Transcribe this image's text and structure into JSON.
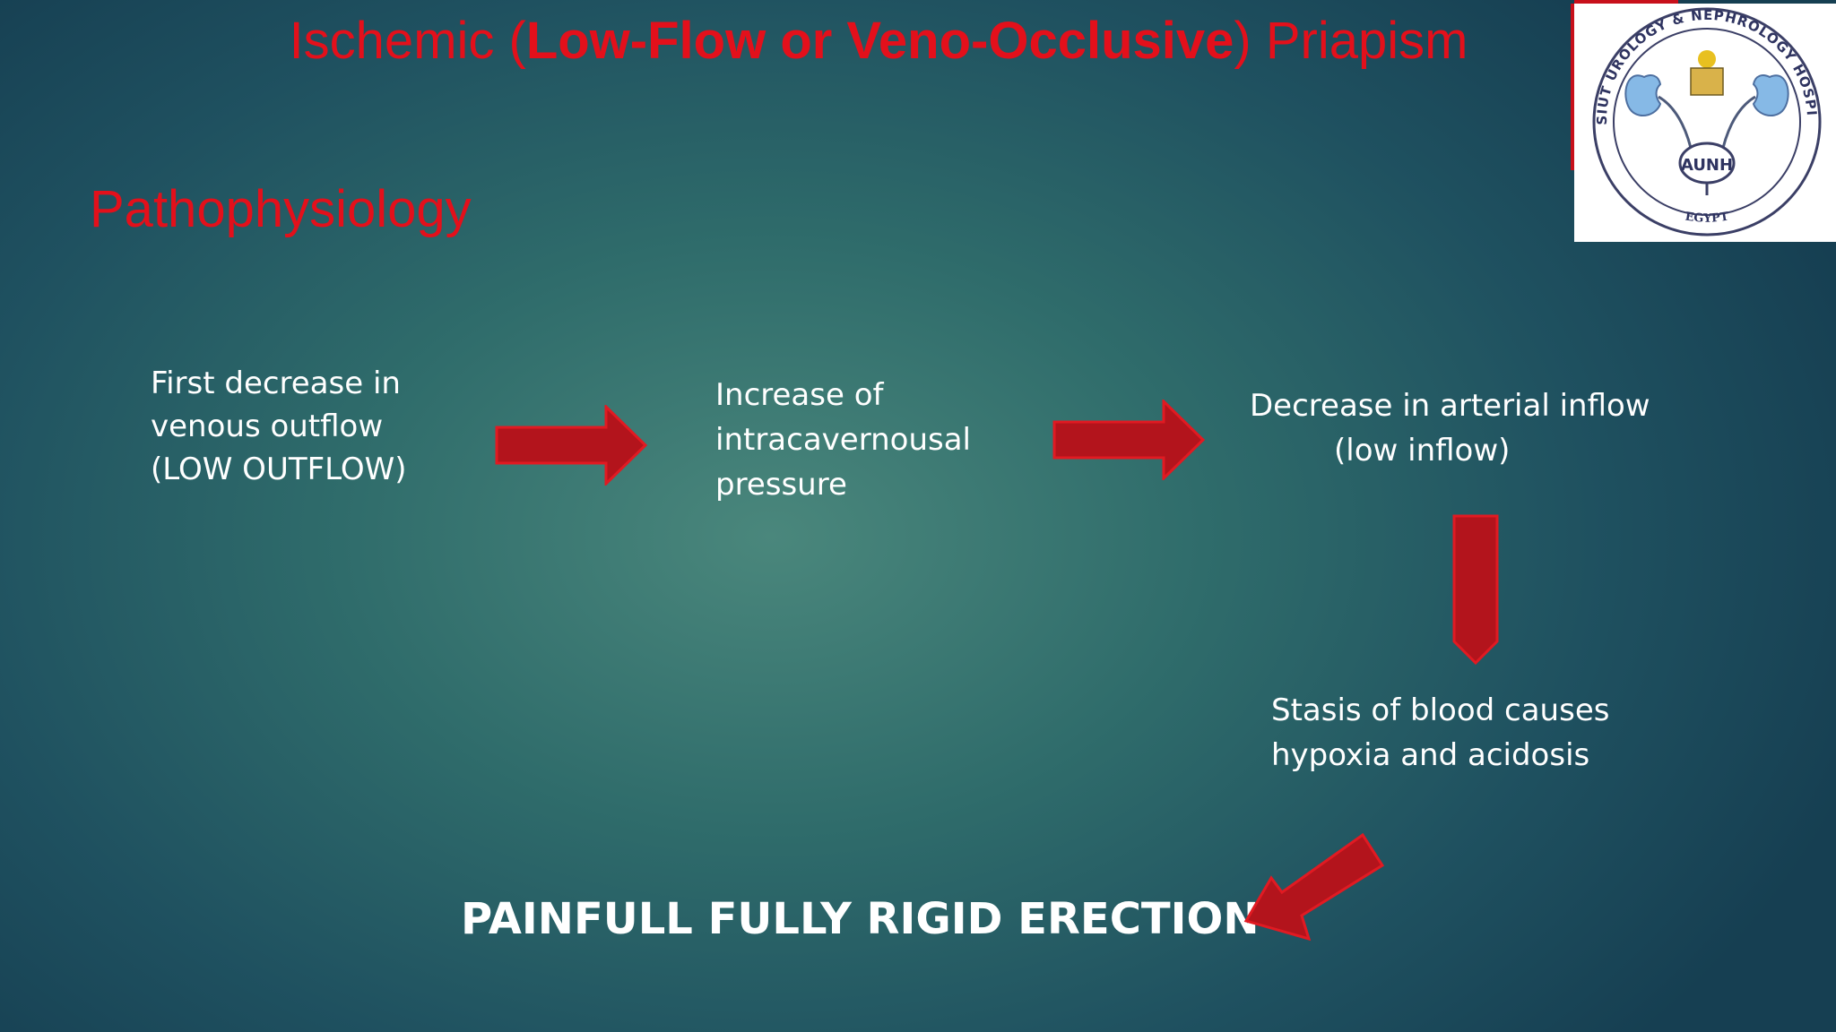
{
  "slide": {
    "title_pre": "Ischemic (",
    "title_bold": "Low-Flow or Veno-Occlusive",
    "title_post": ") Priapism",
    "subtitle": "Pathophysiology"
  },
  "steps": {
    "step1": [
      "First decrease in",
      "venous outflow",
      "(LOW OUTFLOW)"
    ],
    "step2": [
      "Increase of",
      "intracavernousal",
      "pressure"
    ],
    "step3": [
      "Decrease in arterial inflow",
      "(low inflow)"
    ],
    "step4": [
      "Stasis of blood causes",
      "hypoxia and acidosis"
    ],
    "result": "PAINFULL FULLY RIGID ERECTION"
  },
  "logo": {
    "ring_text": "ASSIUT UROLOGY & NEPHROLOGY HOSPITAL",
    "center_text": "AUNH",
    "bottom_text": "EGYPT"
  },
  "colors": {
    "title": "#e3101b",
    "arrow_fill": "#b3141c",
    "arrow_stroke": "#e11a22",
    "text": "#ffffff"
  }
}
